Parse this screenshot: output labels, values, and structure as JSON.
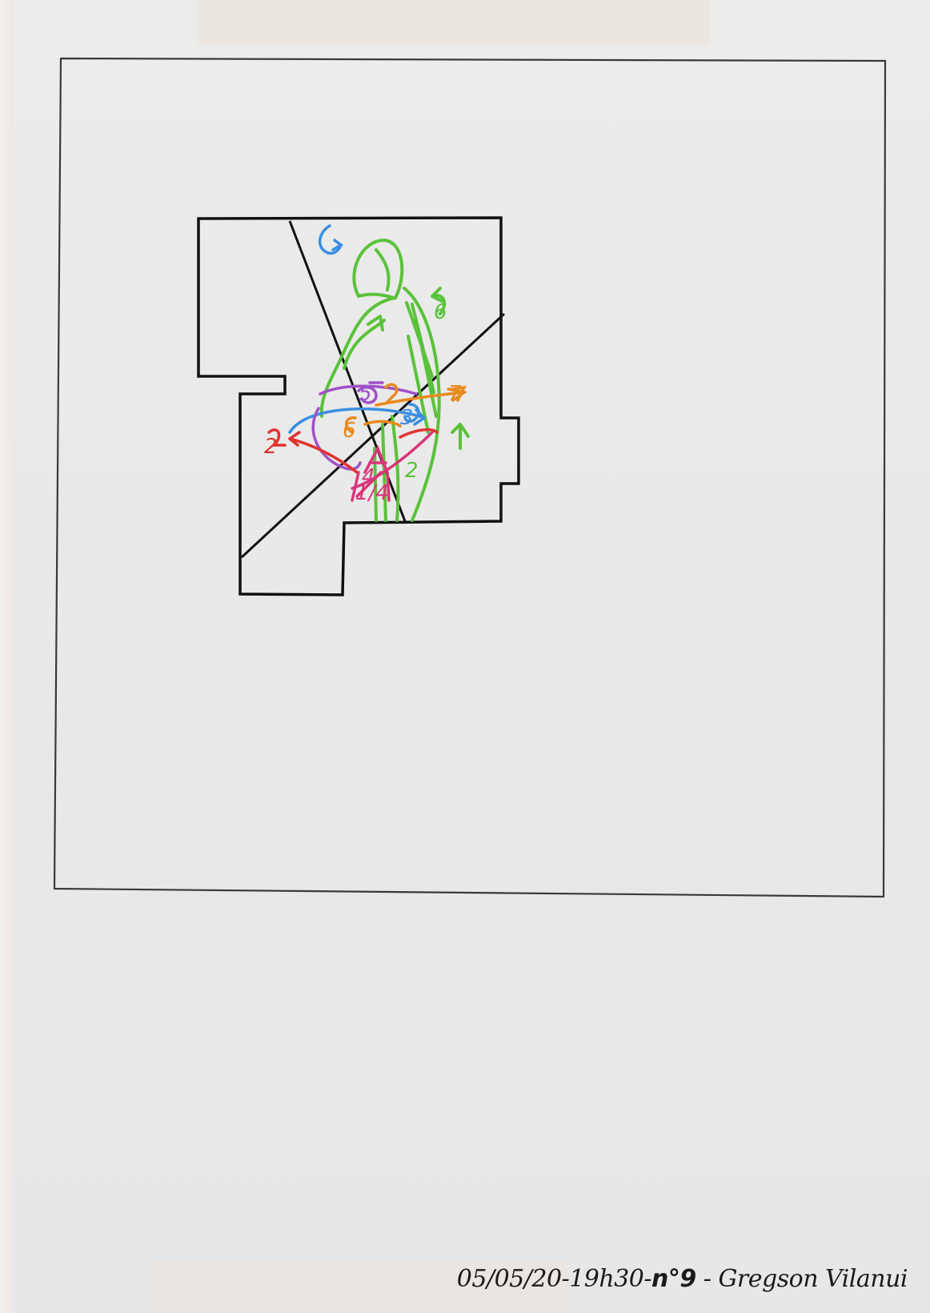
{
  "caption": {
    "date": "05/05/20",
    "time": "19h30",
    "number": "n°9",
    "author": "Gregson Vilanui"
  },
  "sketch": {
    "numbers": [
      "6",
      "2",
      "3",
      "4",
      "5",
      "6",
      "7",
      "1/4",
      "2"
    ]
  },
  "colors": {
    "paper": "#e8e8e8",
    "pencil_frame": "#3a3a3a",
    "ink": "#111111",
    "green": "#5ac23a",
    "blue": "#3b8ee0",
    "red": "#e0342f",
    "purple": "#a050c8",
    "orange": "#e88a1e",
    "pink": "#d8357a"
  }
}
